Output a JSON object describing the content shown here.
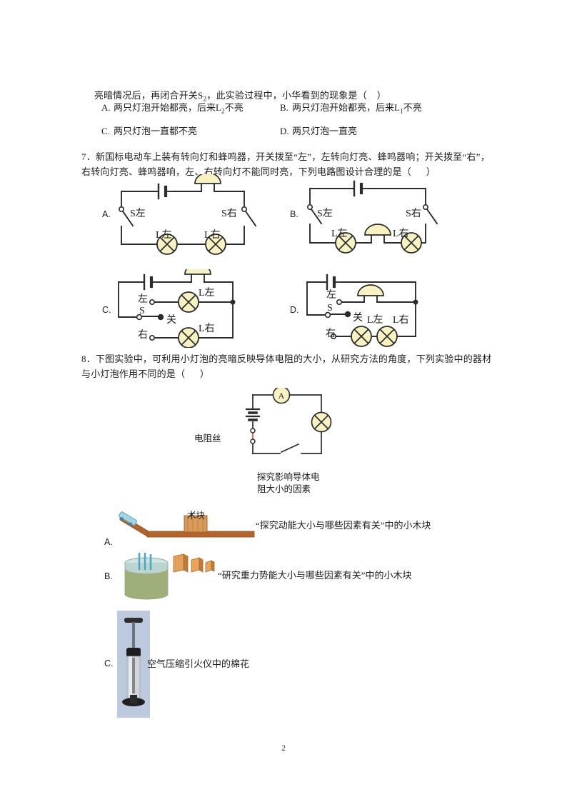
{
  "page": {
    "number": "2",
    "paper_width": 794,
    "paper_height": 1123,
    "colors": {
      "ink": "#1c1c1c",
      "lamp_fill": "#f7f2c0",
      "buzzer_fill": "#f7f2c0",
      "wire": "#2b2b2b",
      "resistance_wire": "#e2584d",
      "wood": "#b5652c",
      "wood_light": "#d99a5b",
      "water": "#b9d9d4",
      "sand": "#9aa86a",
      "metal": "#b9bec4",
      "photo_bg": "#bcc9de"
    }
  },
  "q6": {
    "stem_continuation": "亮暗情况后，再闭合开关S₂，此实验过程中，小华看到的现象是（    ）",
    "stem_parts": {
      "before_sub": "亮暗情况后，再闭合开关S",
      "sub": "2",
      "after_sub": "，此实验过程中，小华看到的现象是（    ）"
    },
    "options": [
      {
        "label": "A.",
        "text_before": "两只灯泡开始都亮，后来L",
        "sub": "2",
        "text_after": "不亮"
      },
      {
        "label": "B.",
        "text_before": "两只灯泡开始都亮，后来L",
        "sub": "1",
        "text_after": "不亮"
      },
      {
        "label": "C.",
        "text_before": "两只灯泡一直都不亮",
        "sub": "",
        "text_after": ""
      },
      {
        "label": "D.",
        "text_before": "两只灯泡一直亮",
        "sub": "",
        "text_after": ""
      }
    ]
  },
  "q7": {
    "number": "7．",
    "stem": "7．新国标电动车上装有转向灯和蜂鸣器，开关拨至“左”，左转向灯亮、蜂鸣器响；开关拨至“右”，右转向灯亮、蜂鸣器响，左、右转向灯不能同时亮，下列电路图设计合理的是（      ）",
    "circuits": [
      {
        "label": "A.",
        "components": [
          "battery",
          "buzzer",
          "S左",
          "S右",
          "L左",
          "L右"
        ],
        "switch_left": "S左",
        "switch_right": "S右",
        "lamp_left": "L左",
        "lamp_right": "L右"
      },
      {
        "label": "B.",
        "components": [
          "battery",
          "buzzer",
          "S左",
          "S右",
          "L左",
          "L右"
        ],
        "switch_left": "S左",
        "switch_right": "S右",
        "lamp_left": "L左",
        "lamp_right": "L右"
      },
      {
        "label": "C.",
        "components": [
          "battery",
          "buzzer",
          "S",
          "L左",
          "L右"
        ],
        "switch": "S",
        "pos_left": "左",
        "pos_off": "关",
        "pos_right": "右",
        "lamp_left": "L左",
        "lamp_right": "L右"
      },
      {
        "label": "D.",
        "components": [
          "battery",
          "buzzer",
          "S",
          "L左",
          "L右"
        ],
        "switch": "S",
        "pos_left": "左",
        "pos_off": "关",
        "pos_right": "右",
        "lamp_left": "L左",
        "lamp_right": "L右"
      }
    ]
  },
  "q8": {
    "stem": "8．下图实验中，可利用小灯泡的亮暗反映导体电阻的大小，从研究方法的角度，下列实验中的器材与小灯泡作用不同的是（      ）",
    "figure": {
      "ammeter_symbol": "A",
      "resistance_wire_label": "电阻丝",
      "caption_line1": "探究影响导体电",
      "caption_line2": "阻大小的因素"
    },
    "options": [
      {
        "label": "A.",
        "picture_labels": [
          "木块"
        ],
        "text": "“探究动能大小与哪些因素有关”中的小木块"
      },
      {
        "label": "B.",
        "picture_labels": [],
        "text": "“研究重力势能大小与哪些因素有关”中的小木块"
      },
      {
        "label": "C.",
        "picture_labels": [],
        "text": "空气压缩引火仪中的棉花"
      }
    ]
  }
}
